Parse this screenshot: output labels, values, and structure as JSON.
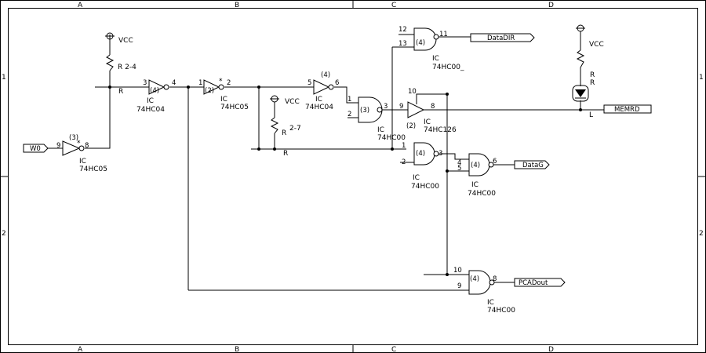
{
  "frame": {
    "columns": [
      "A",
      "B",
      "C",
      "D"
    ],
    "rows": [
      "1",
      "2"
    ]
  },
  "labels": {
    "vcc": "VCC",
    "ic": "IC",
    "r": "R",
    "l": "L",
    "star": "*",
    "r_2_4": "R 2-4",
    "r_2_7": "2-7",
    "p74hc04": "74HC04",
    "p74hc05": "74HC05",
    "p74hc00": "74HC00",
    "p74hc00_u": "74HC00_",
    "p74hc126": "74HC126"
  },
  "units": {
    "u3": "(3)",
    "u4": "(4)",
    "u2": "(2)"
  },
  "ports": {
    "w0": "W0",
    "datadir": "DataDIR",
    "memrd": "MEMRD",
    "datag": "DataG",
    "pcadout": "PCADout"
  },
  "pins": {
    "n1": "1",
    "n2": "2",
    "n3": "3",
    "n4": "4",
    "n5": "5",
    "n6": "6",
    "n8": "8",
    "n9": "9",
    "n10": "10",
    "n11": "11",
    "n12": "12",
    "n13": "13"
  }
}
